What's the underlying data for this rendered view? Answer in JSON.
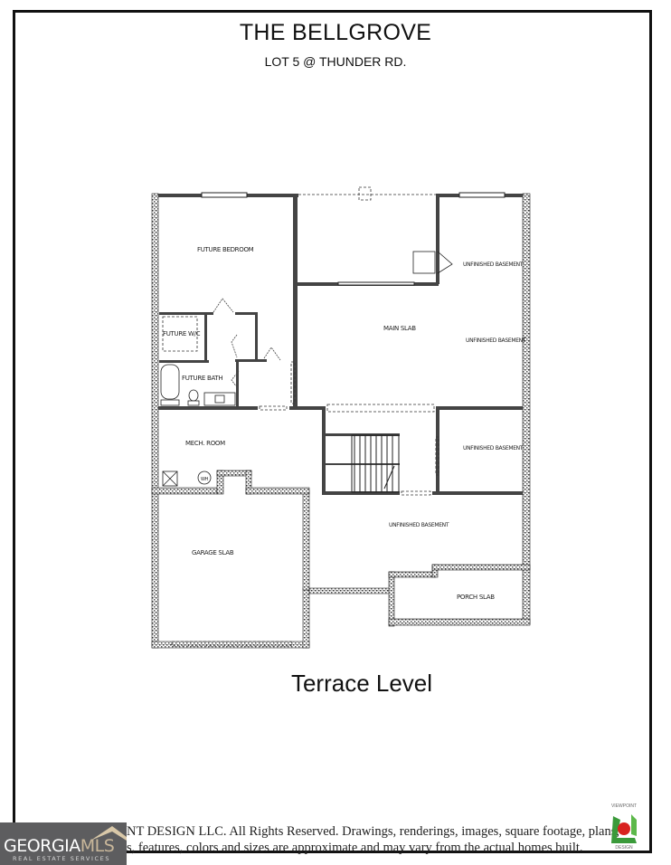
{
  "header": {
    "title": "THE BELLGROVE",
    "subtitle": "LOT 5 @ THUNDER RD."
  },
  "plan": {
    "level_name": "Terrace Level",
    "rooms": [
      {
        "id": "future-bedroom",
        "label": "FUTURE BEDROOM"
      },
      {
        "id": "future-wic",
        "label": "FUTURE W/C"
      },
      {
        "id": "future-bath",
        "label": "FUTURE BATH"
      },
      {
        "id": "main-slab",
        "label": "MAIN SLAB"
      },
      {
        "id": "unfinished-basement-1",
        "label": "UNFINISHED BASEMENT"
      },
      {
        "id": "unfinished-basement-2",
        "label": "UNFINISHED BASEMENT"
      },
      {
        "id": "unfinished-basement-3",
        "label": "UNFINISHED BASEMENT"
      },
      {
        "id": "unfinished-basement-4",
        "label": "UNFINISHED BASEMENT"
      },
      {
        "id": "mech-room",
        "label": "MECH. ROOM"
      },
      {
        "id": "garage-slab",
        "label": "GARAGE SLAB"
      },
      {
        "id": "porch-slab",
        "label": "PORCH SLAB"
      }
    ],
    "fixtures": {
      "water_heater": "WH"
    }
  },
  "footer": {
    "copyright_line1": "NT DESIGN LLC. All Rights Reserved. Drawings, renderings, images, square footage, plans,",
    "copyright_line2": "s, features, colors and sizes are approximate and may vary from the actual homes built."
  },
  "watermark": {
    "brand_main": "GEORGIA",
    "brand_accent": "MLS",
    "tagline": "REAL ESTATE SERVICES"
  },
  "designer_logo": {
    "top_text": "VIEWPOINT",
    "bottom_text": "DESIGN",
    "colors": {
      "green": "#3a9a3a",
      "red": "#d8221f"
    }
  }
}
